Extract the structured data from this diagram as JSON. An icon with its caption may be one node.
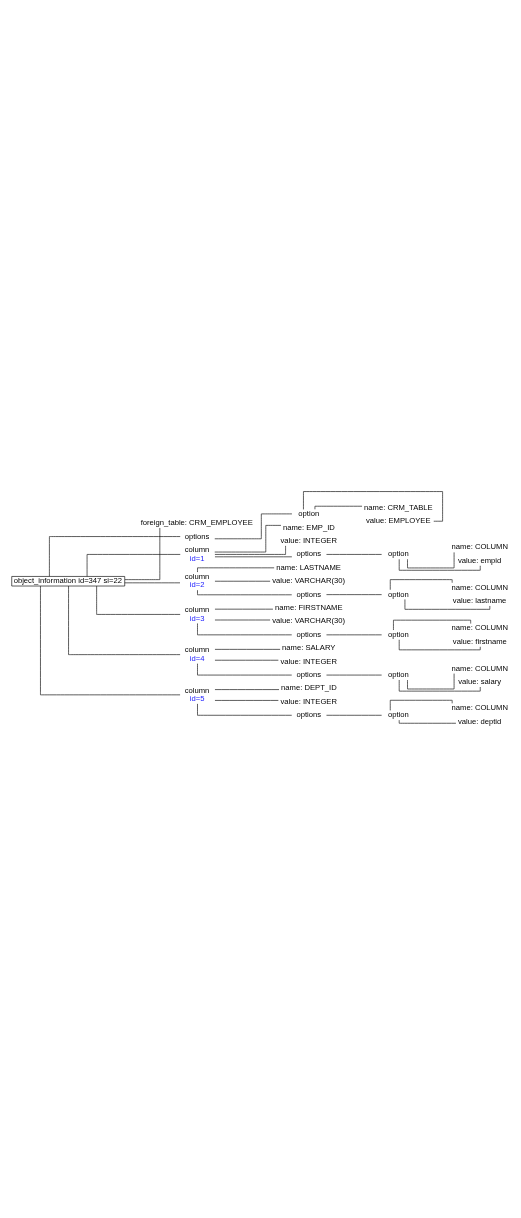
{
  "diagram": {
    "nodes": [
      {
        "text": [
          "object_information id=347 si=22"
        ]
      },
      {
        "text": [
          "foreign_table: CRM_EMPLOYEE"
        ]
      },
      {
        "text": [
          "options"
        ]
      },
      {
        "text": [
          "option"
        ]
      },
      {
        "text": [
          "name: CRM_TABLE"
        ]
      },
      {
        "text": [
          "value: EMPLOYEE"
        ]
      },
      {
        "text": [
          "column",
          "id=1"
        ]
      },
      {
        "text": [
          "name: EMP_ID"
        ]
      },
      {
        "text": [
          "value: INTEGER"
        ]
      },
      {
        "text": [
          "options"
        ]
      },
      {
        "text": [
          "option"
        ]
      },
      {
        "text": [
          "name: COLUMN"
        ]
      },
      {
        "text": [
          "value: empid"
        ]
      },
      {
        "text": [
          "column",
          "id=2"
        ]
      },
      {
        "text": [
          "name: LASTNAME"
        ]
      },
      {
        "text": [
          "value: VARCHAR(30)"
        ]
      },
      {
        "text": [
          "options"
        ]
      },
      {
        "text": [
          "option"
        ]
      },
      {
        "text": [
          "name: COLUMN"
        ]
      },
      {
        "text": [
          "value: lastname"
        ]
      },
      {
        "text": [
          "column",
          "id=3"
        ]
      },
      {
        "text": [
          "name: FIRSTNAME"
        ]
      },
      {
        "text": [
          "value: VARCHAR(30)"
        ]
      },
      {
        "text": [
          "options"
        ]
      },
      {
        "text": [
          "option"
        ]
      },
      {
        "text": [
          "name: COLUMN"
        ]
      },
      {
        "text": [
          "value: firstname"
        ]
      },
      {
        "text": [
          "column",
          "id=4"
        ]
      },
      {
        "text": [
          "name: SALARY"
        ]
      },
      {
        "text": [
          "value: INTEGER"
        ]
      },
      {
        "text": [
          "options"
        ]
      },
      {
        "text": [
          "option"
        ]
      },
      {
        "text": [
          "name: COLUMN"
        ]
      },
      {
        "text": [
          "value: salary"
        ]
      },
      {
        "text": [
          "column",
          "id=5"
        ]
      },
      {
        "text": [
          "name: DEPT_ID"
        ]
      },
      {
        "text": [
          "value: INTEGER"
        ]
      },
      {
        "text": [
          "options"
        ]
      },
      {
        "text": [
          "option"
        ]
      },
      {
        "text": [
          "name: COLUMN"
        ]
      },
      {
        "text": [
          "value: deptid"
        ]
      }
    ],
    "edges": [
      {
        "from": 0,
        "to": 1,
        "arrow": "none"
      },
      {
        "from": 0,
        "to": 2,
        "arrow": "none"
      },
      {
        "from": 2,
        "to": 3,
        "arrow": "none"
      },
      {
        "from": 3,
        "to": 4,
        "arrow": "none"
      },
      {
        "from": 3,
        "to": 5,
        "arrow": "none"
      },
      {
        "from": 0,
        "to": 6,
        "arrow": "none"
      },
      {
        "from": 6,
        "to": 7,
        "arrow": "none"
      },
      {
        "from": 6,
        "to": 8,
        "arrow": "none"
      },
      {
        "from": 6,
        "to": 9,
        "arrow": "none"
      },
      {
        "from": 9,
        "to": 10,
        "arrow": "none"
      },
      {
        "from": 10,
        "to": 11,
        "arrow": "none"
      },
      {
        "from": 10,
        "to": 12,
        "arrow": "none"
      },
      {
        "from": 0,
        "to": 13,
        "arrow": "none"
      },
      {
        "from": 13,
        "to": 14,
        "arrow": "none"
      },
      {
        "from": 13,
        "to": 15,
        "arrow": "none"
      },
      {
        "from": 13,
        "to": 16,
        "arrow": "none"
      },
      {
        "from": 16,
        "to": 17,
        "arrow": "none"
      },
      {
        "from": 17,
        "to": 18,
        "arrow": "none"
      },
      {
        "from": 17,
        "to": 19,
        "arrow": "none"
      },
      {
        "from": 0,
        "to": 20,
        "arrow": "none"
      },
      {
        "from": 20,
        "to": 21,
        "arrow": "none"
      },
      {
        "from": 20,
        "to": 22,
        "arrow": "none"
      },
      {
        "from": 20,
        "to": 23,
        "arrow": "none"
      },
      {
        "from": 23,
        "to": 24,
        "arrow": "none"
      },
      {
        "from": 24,
        "to": 25,
        "arrow": "none"
      },
      {
        "from": 24,
        "to": 26,
        "arrow": "none"
      },
      {
        "from": 0,
        "to": 27,
        "arrow": "none"
      },
      {
        "from": 27,
        "to": 28,
        "arrow": "none"
      },
      {
        "from": 27,
        "to": 29,
        "arrow": "none"
      },
      {
        "from": 27,
        "to": 30,
        "arrow": "none"
      },
      {
        "from": 30,
        "to": 31,
        "arrow": "none"
      },
      {
        "from": 31,
        "to": 32,
        "arrow": "none"
      },
      {
        "from": 31,
        "to": 33,
        "arrow": "none"
      },
      {
        "from": 0,
        "to": 34,
        "arrow": "none"
      },
      {
        "from": 34,
        "to": 35,
        "arrow": "none"
      },
      {
        "from": 34,
        "to": 36,
        "arrow": "none"
      },
      {
        "from": 34,
        "to": 37,
        "arrow": "none"
      },
      {
        "from": 37,
        "to": 38,
        "arrow": "none"
      },
      {
        "from": 38,
        "to": 39,
        "arrow": "none"
      },
      {
        "from": 38,
        "to": 40,
        "arrow": "none"
      }
    ]
  }
}
